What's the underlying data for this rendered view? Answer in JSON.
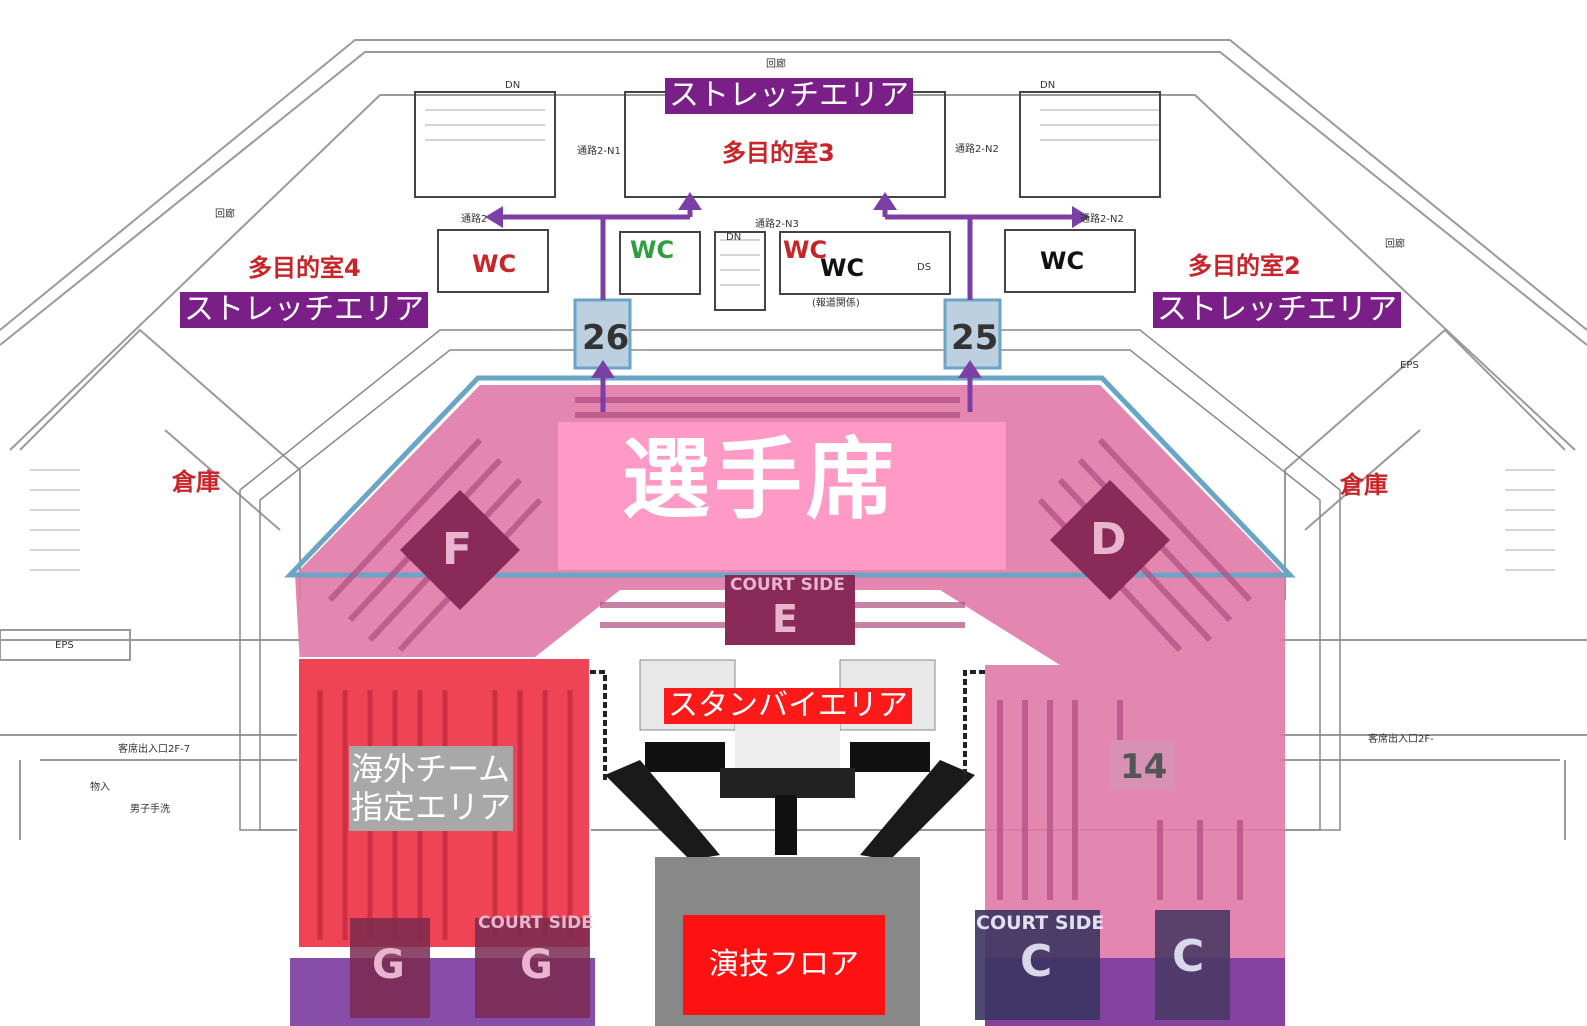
{
  "labels": {
    "stretch_top": "ストレッチエリア",
    "stretch_left": "ストレッチエリア",
    "stretch_right": "ストレッチエリア",
    "player_seats": "選手席",
    "standby_area": "スタンバイエリア",
    "overseas_team": "海外チーム\n指定エリア",
    "performance_floor": "演技フロア"
  },
  "rooms": {
    "multipurpose_3": "多目的室3",
    "multipurpose_4": "多目的室4",
    "multipurpose_2": "多目的室2",
    "storage_left": "倉庫",
    "storage_right": "倉庫",
    "wc_left": "WC",
    "wc_center_green": "WC",
    "wc_center_red": "WC",
    "wc_center_black": "WC",
    "wc_right": "WC"
  },
  "gates": {
    "left": "26",
    "right": "25"
  },
  "sections": {
    "F": "F",
    "D": "D",
    "E": "E",
    "court_side_e": "COURT SIDE",
    "court_side_g": "COURT SIDE",
    "court_side_c": "COURT SIDE",
    "G1": "G",
    "G2": "G",
    "C1": "C",
    "C2": "C",
    "block_14": "14"
  },
  "small_text": {
    "corridor_top": "回廊",
    "corridor_left": "回廊",
    "corridor_right": "回廊",
    "passage_n1": "通路2-N1",
    "passage_n2": "通路2-N2",
    "passage_n3": "通路2-N3",
    "passage_left": "通路2",
    "passage_right": "通路2-N2",
    "exit_left": "客席出入口2F-7",
    "exit_right": "客席出入口2F-",
    "eps": "EPS",
    "eps_right": "EPS",
    "mens_toilet": "男子手洗",
    "storage_small": "物入",
    "broadcast": "(報道関係)",
    "dn_center": "DN",
    "dn_top_left": "DN",
    "dn_top_right": "DN",
    "ds": "DS"
  },
  "colors": {
    "pink_seats": "#e07aa8",
    "player_label": "#ff99c6",
    "red_area": "#ee4455",
    "purple_tag": "#7a1f88",
    "arrow": "#7b3fa6",
    "floor": "#888888",
    "room_text": "#c8252a",
    "wc_green": "#2e9e3e"
  }
}
